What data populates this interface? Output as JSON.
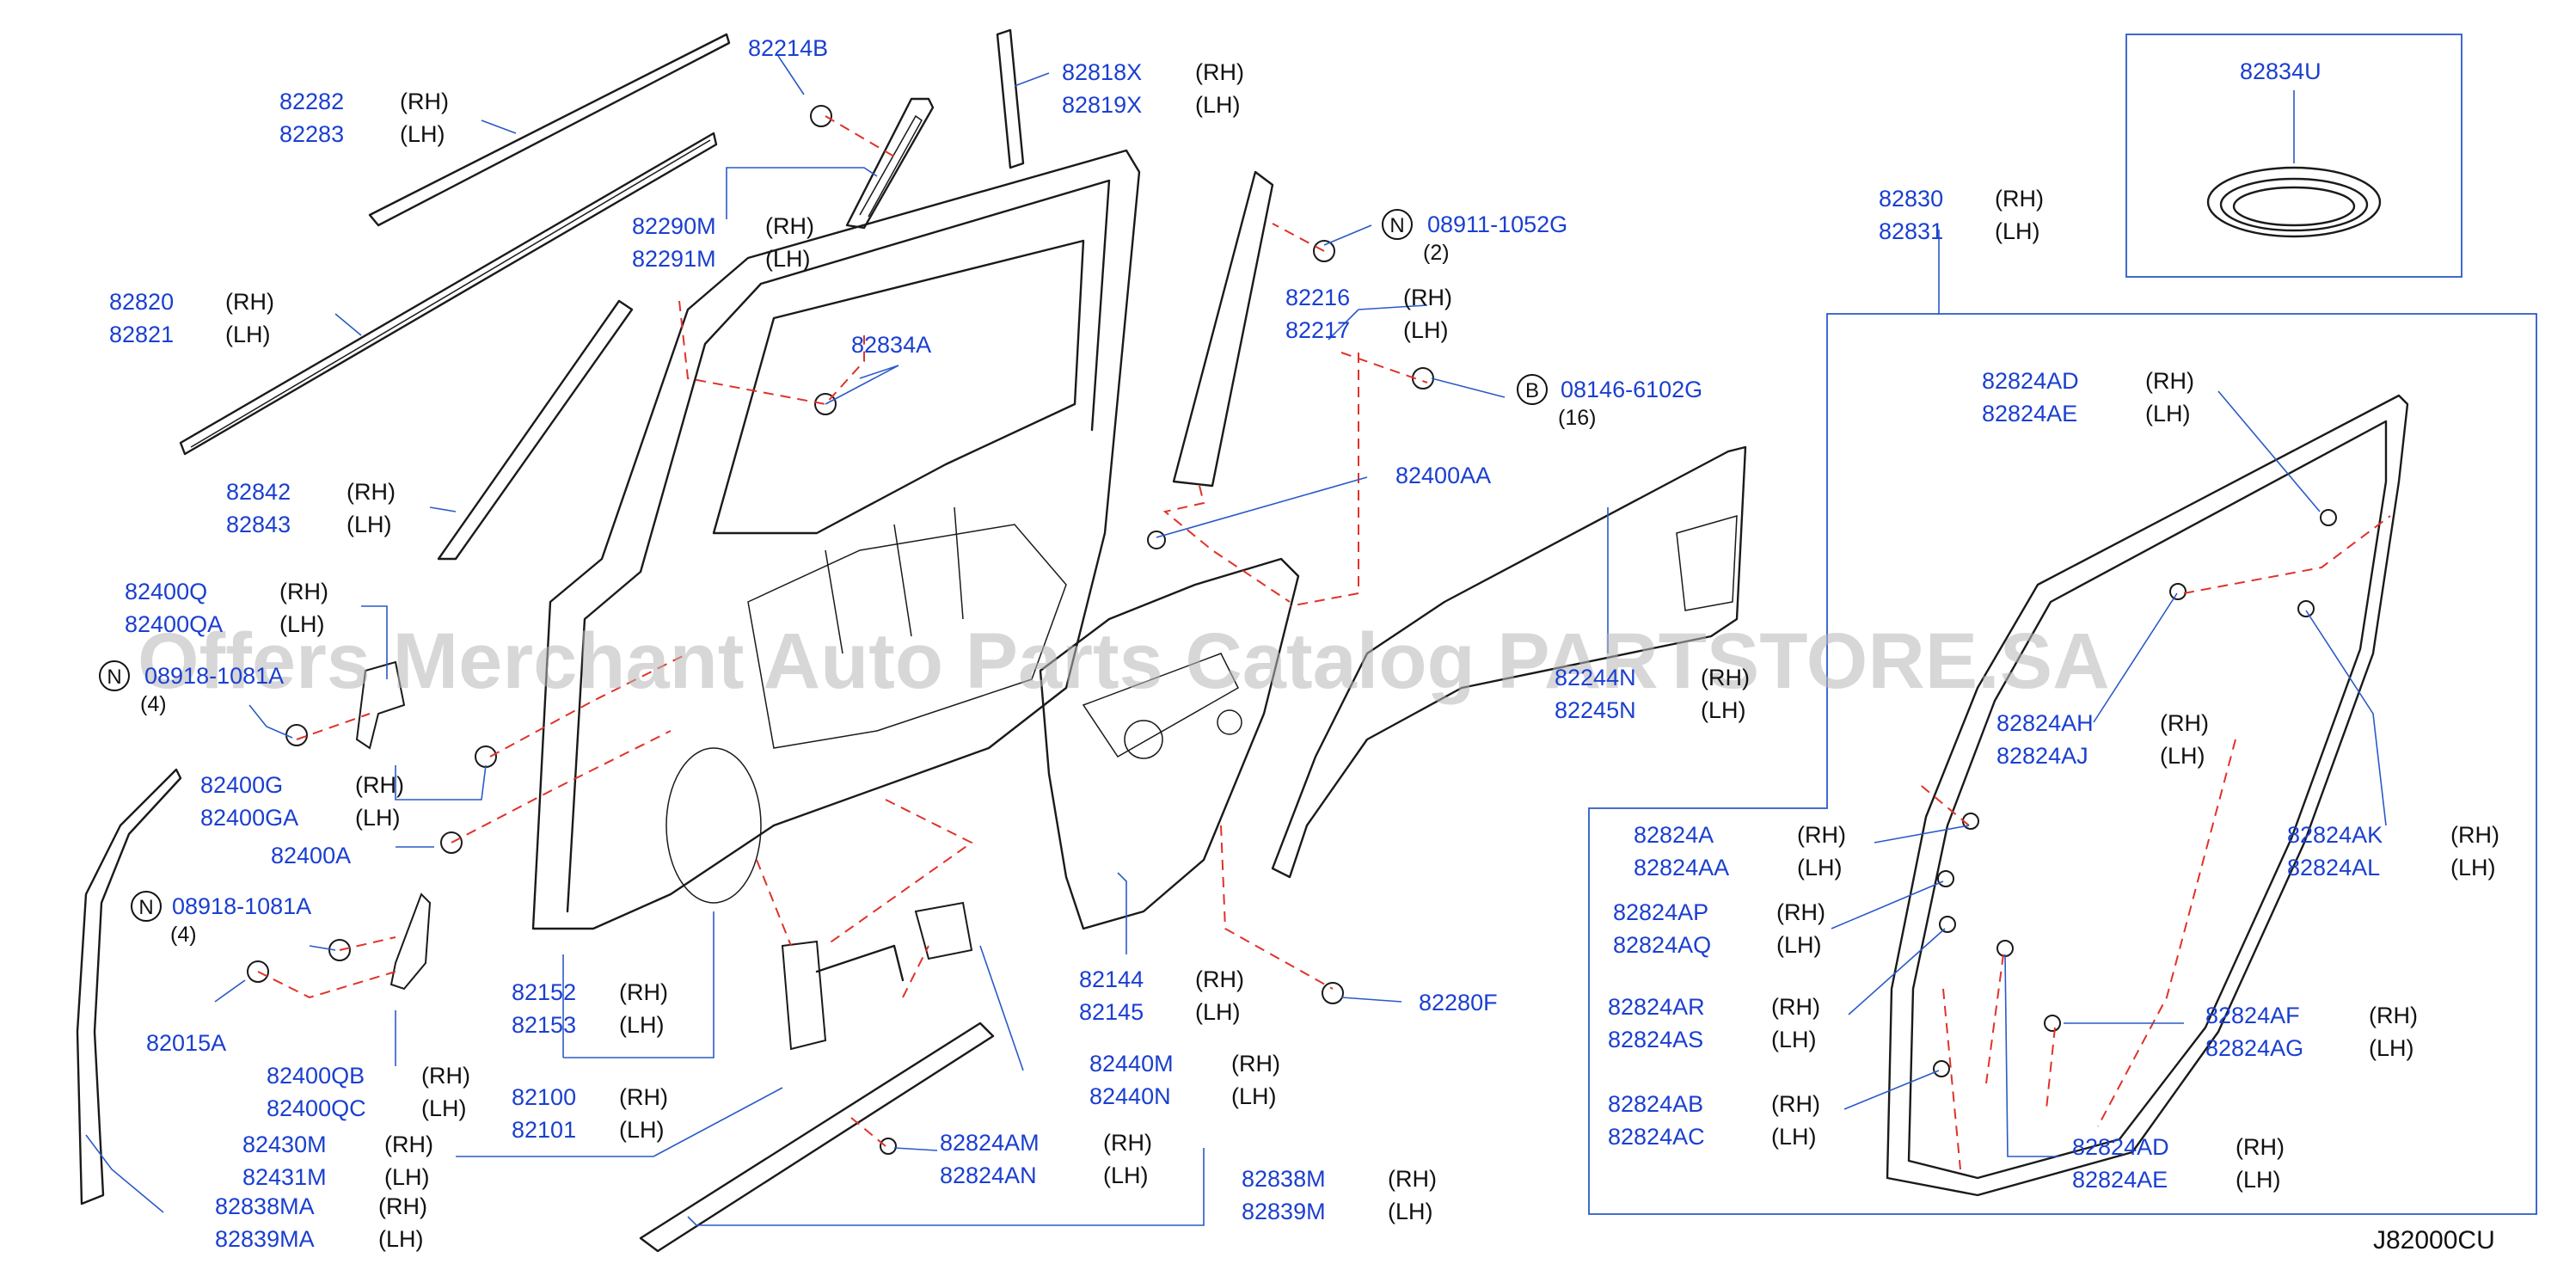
{
  "diagram_code": "J82000CU",
  "watermark": "Offers Merchant Auto Parts Catalog PARTSTORE.SA",
  "side_rh": "(RH)",
  "side_lh": "(LH)",
  "labels": [
    {
      "id": "l01",
      "lines": [
        {
          "pn": "82214B",
          "side": ""
        }
      ]
    },
    {
      "id": "l02",
      "lines": [
        {
          "pn": "82282",
          "side": "(RH)"
        },
        {
          "pn": "82283",
          "side": "(LH)"
        }
      ]
    },
    {
      "id": "l03",
      "lines": [
        {
          "pn": "82818X",
          "side": "(RH)"
        },
        {
          "pn": "82819X",
          "side": "(LH)"
        }
      ]
    },
    {
      "id": "l04",
      "lines": [
        {
          "pn": "82290M",
          "side": "(RH)"
        },
        {
          "pn": "82291M",
          "side": "(LH)"
        }
      ]
    },
    {
      "id": "l05",
      "lines": [
        {
          "pn": "08911-1052G",
          "side": ""
        }
      ],
      "qty": "(2)",
      "badge": "N"
    },
    {
      "id": "l06",
      "lines": [
        {
          "pn": "82820",
          "side": "(RH)"
        },
        {
          "pn": "82821",
          "side": "(LH)"
        }
      ]
    },
    {
      "id": "l07",
      "lines": [
        {
          "pn": "82834A",
          "side": ""
        }
      ]
    },
    {
      "id": "l08",
      "lines": [
        {
          "pn": "82216",
          "side": "(RH)"
        },
        {
          "pn": "82217",
          "side": "(LH)"
        }
      ]
    },
    {
      "id": "l09",
      "lines": [
        {
          "pn": "08146-6102G",
          "side": ""
        }
      ],
      "qty": "(16)",
      "badge": "B"
    },
    {
      "id": "l10",
      "lines": [
        {
          "pn": "82842",
          "side": "(RH)"
        },
        {
          "pn": "82843",
          "side": "(LH)"
        }
      ]
    },
    {
      "id": "l11",
      "lines": [
        {
          "pn": "82400AA",
          "side": ""
        }
      ]
    },
    {
      "id": "l12",
      "lines": [
        {
          "pn": "82400Q",
          "side": "(RH)"
        },
        {
          "pn": "82400QA",
          "side": "(LH)"
        }
      ]
    },
    {
      "id": "l13",
      "lines": [
        {
          "pn": "08918-1081A",
          "side": ""
        }
      ],
      "qty": "(4)",
      "badge": "N"
    },
    {
      "id": "l14",
      "lines": [
        {
          "pn": "82244N",
          "side": "(RH)"
        },
        {
          "pn": "82245N",
          "side": "(LH)"
        }
      ]
    },
    {
      "id": "l15",
      "lines": [
        {
          "pn": "82400G",
          "side": "(RH)"
        },
        {
          "pn": "82400GA",
          "side": "(LH)"
        }
      ]
    },
    {
      "id": "l16",
      "lines": [
        {
          "pn": "82400A",
          "side": ""
        }
      ]
    },
    {
      "id": "l17",
      "lines": [
        {
          "pn": "08918-1081A",
          "side": ""
        }
      ],
      "qty": "(4)",
      "badge": "N"
    },
    {
      "id": "l18",
      "lines": [
        {
          "pn": "82144",
          "side": "(RH)"
        },
        {
          "pn": "82145",
          "side": "(LH)"
        }
      ]
    },
    {
      "id": "l19",
      "lines": [
        {
          "pn": "82280F",
          "side": ""
        }
      ]
    },
    {
      "id": "l20",
      "lines": [
        {
          "pn": "82152",
          "side": "(RH)"
        },
        {
          "pn": "82153",
          "side": "(LH)"
        }
      ]
    },
    {
      "id": "l21",
      "lines": [
        {
          "pn": "82015A",
          "side": ""
        }
      ]
    },
    {
      "id": "l22",
      "lines": [
        {
          "pn": "82440M",
          "side": "(RH)"
        },
        {
          "pn": "82440N",
          "side": "(LH)"
        }
      ]
    },
    {
      "id": "l23",
      "lines": [
        {
          "pn": "82400QB",
          "side": "(RH)"
        },
        {
          "pn": "82400QC",
          "side": "(LH)"
        }
      ]
    },
    {
      "id": "l24",
      "lines": [
        {
          "pn": "82100",
          "side": "(RH)"
        },
        {
          "pn": "82101",
          "side": "(LH)"
        }
      ]
    },
    {
      "id": "l25",
      "lines": [
        {
          "pn": "82430M",
          "side": "(RH)"
        },
        {
          "pn": "82431M",
          "side": "(LH)"
        }
      ]
    },
    {
      "id": "l26",
      "lines": [
        {
          "pn": "82838MA",
          "side": "(RH)"
        },
        {
          "pn": "82839MA",
          "side": "(LH)"
        }
      ]
    },
    {
      "id": "l27",
      "lines": [
        {
          "pn": "82824AM",
          "side": "(RH)"
        },
        {
          "pn": "82824AN",
          "side": "(LH)"
        }
      ]
    },
    {
      "id": "l28",
      "lines": [
        {
          "pn": "82838M",
          "side": "(RH)"
        },
        {
          "pn": "82839M",
          "side": "(LH)"
        }
      ]
    },
    {
      "id": "l29",
      "lines": [
        {
          "pn": "82834U",
          "side": ""
        }
      ]
    },
    {
      "id": "l30",
      "lines": [
        {
          "pn": "82830",
          "side": "(RH)"
        },
        {
          "pn": "82831",
          "side": "(LH)"
        }
      ]
    },
    {
      "id": "l31",
      "lines": [
        {
          "pn": "82824AD",
          "side": "(RH)"
        },
        {
          "pn": "82824AE",
          "side": "(LH)"
        }
      ]
    },
    {
      "id": "l32",
      "lines": [
        {
          "pn": "82824AH",
          "side": "(RH)"
        },
        {
          "pn": "82824AJ",
          "side": "(LH)"
        }
      ]
    },
    {
      "id": "l33",
      "lines": [
        {
          "pn": "82824A",
          "side": "(RH)"
        },
        {
          "pn": "82824AA",
          "side": "(LH)"
        }
      ]
    },
    {
      "id": "l34",
      "lines": [
        {
          "pn": "82824AK",
          "side": "(RH)"
        },
        {
          "pn": "82824AL",
          "side": "(LH)"
        }
      ]
    },
    {
      "id": "l35",
      "lines": [
        {
          "pn": "82824AP",
          "side": "(RH)"
        },
        {
          "pn": "82824AQ",
          "side": "(LH)"
        }
      ]
    },
    {
      "id": "l36",
      "lines": [
        {
          "pn": "82824AR",
          "side": "(RH)"
        },
        {
          "pn": "82824AS",
          "side": "(LH)"
        }
      ]
    },
    {
      "id": "l37",
      "lines": [
        {
          "pn": "82824AF",
          "side": "(RH)"
        },
        {
          "pn": "82824AG",
          "side": "(LH)"
        }
      ]
    },
    {
      "id": "l38",
      "lines": [
        {
          "pn": "82824AB",
          "side": "(RH)"
        },
        {
          "pn": "82824AC",
          "side": "(LH)"
        }
      ]
    },
    {
      "id": "l39",
      "lines": [
        {
          "pn": "82824AD",
          "side": "(RH)"
        },
        {
          "pn": "82824AE",
          "side": "(LH)"
        }
      ]
    }
  ]
}
